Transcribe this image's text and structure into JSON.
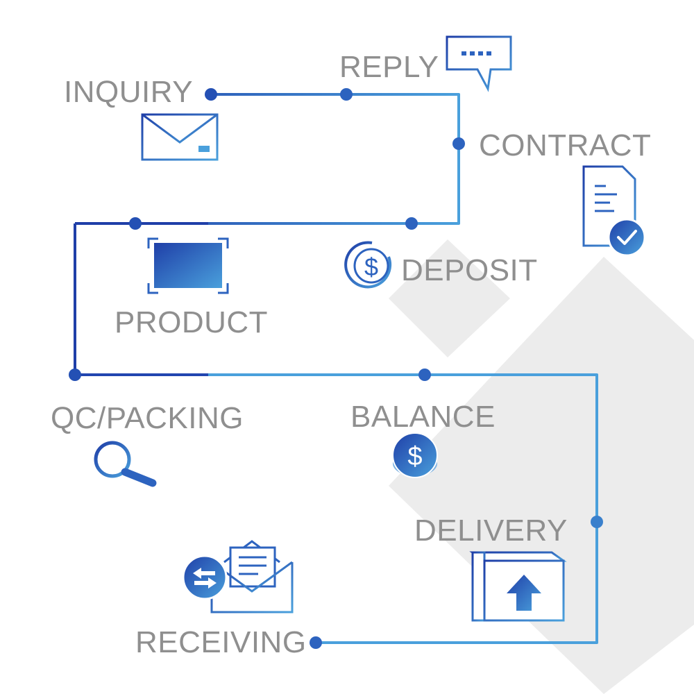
{
  "colors": {
    "path_dark": "#1f3fa8",
    "path_light": "#4aa0dc",
    "label_gray": "#8f8f8f",
    "background_diamond": "#ececec"
  },
  "steps": [
    {
      "id": "inquiry",
      "label": "INQUIRY",
      "icon": "envelope-icon"
    },
    {
      "id": "reply",
      "label": "REPLY",
      "icon": "speech-bubble-icon"
    },
    {
      "id": "contract",
      "label": "CONTRACT",
      "icon": "document-check-icon"
    },
    {
      "id": "deposit",
      "label": "DEPOSIT",
      "icon": "dollar-circle-icon"
    },
    {
      "id": "product",
      "label": "PRODUCT",
      "icon": "product-frame-icon"
    },
    {
      "id": "qc_packing",
      "label": "QC/PACKING",
      "icon": "magnifier-icon"
    },
    {
      "id": "balance",
      "label": "BALANCE",
      "icon": "coin-icon"
    },
    {
      "id": "delivery",
      "label": "DELIVERY",
      "icon": "box-arrow-icon"
    },
    {
      "id": "receiving",
      "label": "RECEIVING",
      "icon": "mail-exchange-icon"
    }
  ]
}
